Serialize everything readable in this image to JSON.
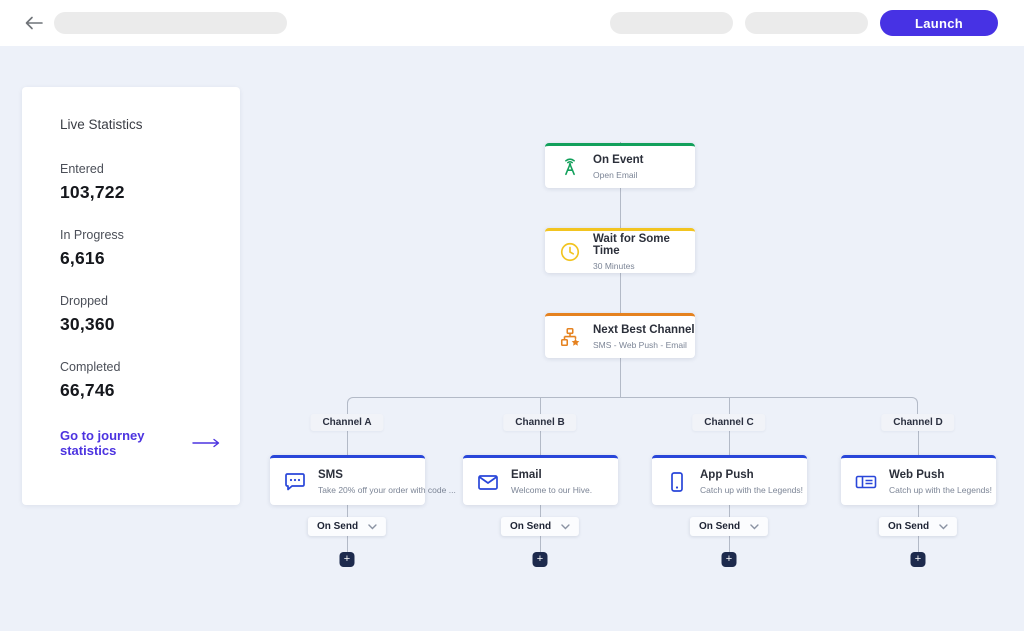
{
  "header": {
    "launch_label": "Launch"
  },
  "stats_panel": {
    "title": "Live Statistics",
    "stats": [
      {
        "label": "Entered",
        "value": "103,722"
      },
      {
        "label": "In Progress",
        "value": "6,616"
      },
      {
        "label": "Dropped",
        "value": "30,360"
      },
      {
        "label": "Completed",
        "value": "66,746"
      }
    ],
    "link_label": "Go to journey statistics"
  },
  "flow": {
    "main_nodes": [
      {
        "title": "On Event",
        "subtitle": "Open Email",
        "accent": "#12a05b",
        "icon": "antenna-icon"
      },
      {
        "title": "Wait for Some Time",
        "subtitle": "30 Minutes",
        "accent": "#f2c420",
        "icon": "clock-icon"
      },
      {
        "title": "Next Best Channel",
        "subtitle": "SMS - Web Push - Email",
        "accent": "#e5821f",
        "icon": "sitemap-star-icon"
      }
    ],
    "branches": [
      {
        "channel_label": "Channel A",
        "title": "SMS",
        "subtitle": "Take 20% off your order with code ...",
        "icon": "sms-icon",
        "action_label": "On Send"
      },
      {
        "channel_label": "Channel B",
        "title": "Email",
        "subtitle": "Welcome to our Hive.",
        "icon": "email-icon",
        "action_label": "On Send"
      },
      {
        "channel_label": "Channel C",
        "title": "App Push",
        "subtitle": "Catch up with the Legends!",
        "icon": "app-push-icon",
        "action_label": "On Send"
      },
      {
        "channel_label": "Channel D",
        "title": "Web Push",
        "subtitle": "Catch up with the Legends!",
        "icon": "web-push-icon",
        "action_label": "On Send"
      }
    ],
    "branch_accent": "#2946d9",
    "add_button_label": "+"
  },
  "colors": {
    "launch_button": "#4732e4",
    "link": "#4c33e0",
    "connector": "#b3bac7",
    "canvas_bg": "#edf1f9",
    "plus_bg": "#1d2a4d"
  }
}
